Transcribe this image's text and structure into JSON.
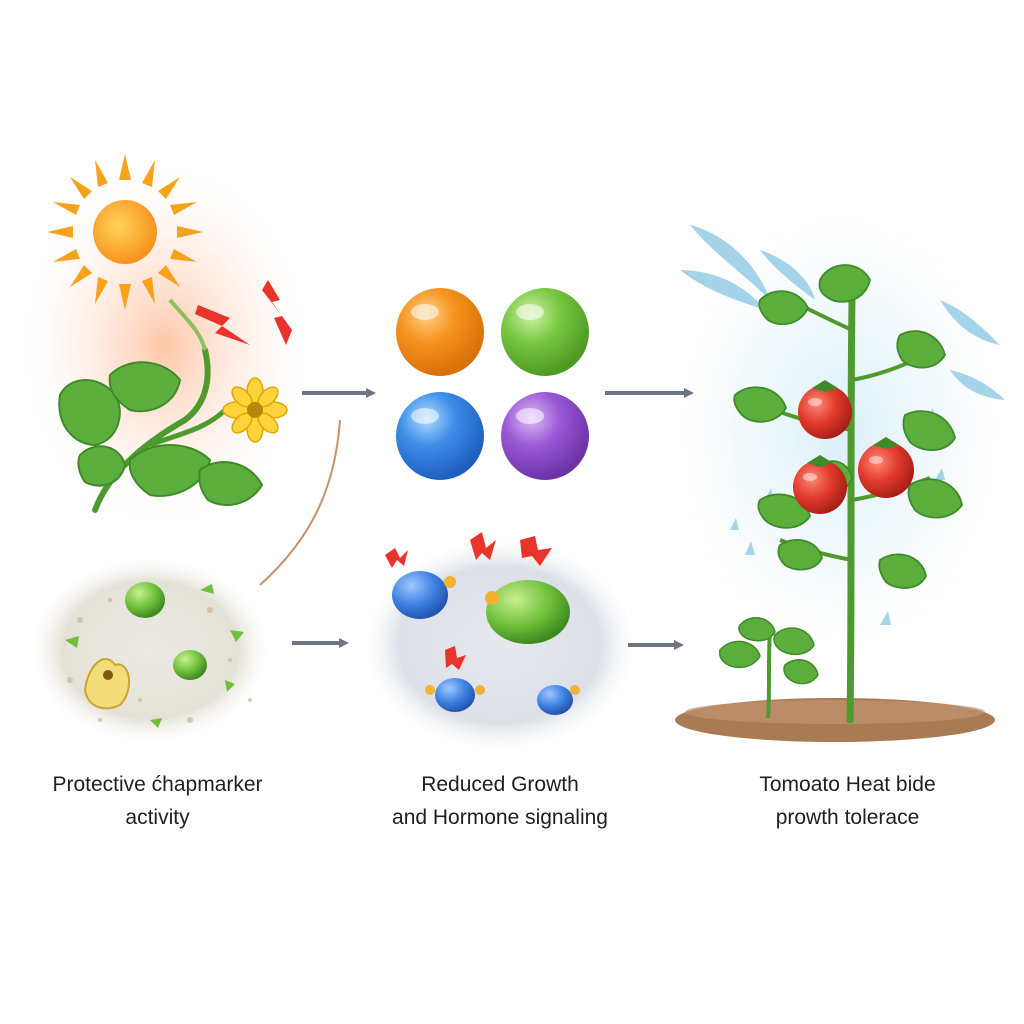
{
  "captions": {
    "left": {
      "line1": "Protective ćhapmarker",
      "line2": "activity"
    },
    "middle": {
      "line1": "Reduced Growth",
      "line2": "and Hormone signaling"
    },
    "right": {
      "line1": "Tomoato Heat bide",
      "line2": "prowth tolerace"
    }
  },
  "colors": {
    "arrow": "#6c7683",
    "orb_orange": "#f7931e",
    "orb_green": "#7ac943",
    "orb_blue": "#3d8ee8",
    "orb_purple": "#9b59d6",
    "leaf": "#5cae3c",
    "leaf_dark": "#3f8a2a",
    "tomato": "#e23b2e",
    "sun": "#f7a21b",
    "lightning": "#e8342a",
    "soil": "#a87b55",
    "mist": "#8fc9e6"
  },
  "icons": {
    "sun": "sun-icon",
    "lightning": "lightning-icon",
    "flower": "flower-icon",
    "tomato_plant": "tomato-plant-icon",
    "protein": "protein-blob-icon"
  }
}
